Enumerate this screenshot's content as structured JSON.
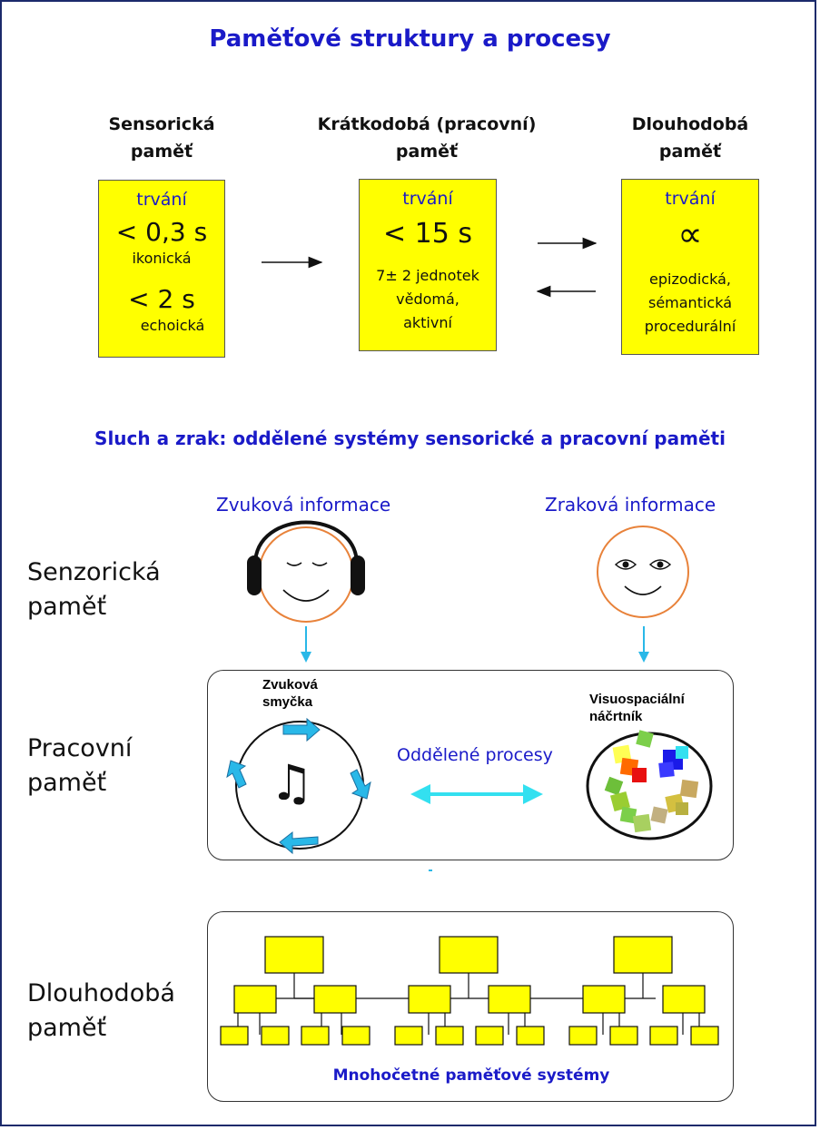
{
  "top": {
    "title": "Paměťové struktury a procesy",
    "sensory": {
      "head_line1": "Sensorická",
      "head_line2": "paměť",
      "duration_label": "trvání",
      "value1": "< 0,3 s",
      "value1_note": "ikonická",
      "value2": "< 2 s",
      "value2_note": "echoická"
    },
    "short_term": {
      "head_line1": "Krátkodobá (pracovní)",
      "head_line2": "paměť",
      "duration_label": "trvání",
      "value": "< 15 s",
      "capacity": "7± 2 jednotek",
      "note1": "vědomá,",
      "note2": "aktivní"
    },
    "long_term": {
      "head_line1": "Dlouhodobá",
      "head_line2": "paměť",
      "duration_label": "trvání",
      "value": "∝",
      "note1": "epizodická,",
      "note2": "sémantická",
      "note3": "procedurální"
    }
  },
  "bottom": {
    "title": "Sluch a zrak: oddělené systémy sensorické a pracovní paměti",
    "audio_info": "Zvuková informace",
    "visual_info": "Zraková informace",
    "row_sensory_1": "Senzorická",
    "row_sensory_2": "paměť",
    "row_working_1": "Pracovní",
    "row_working_2": "paměť",
    "row_long_1": "Dlouhodobá",
    "row_long_2": "paměť",
    "loop_label_1": "Zvuková",
    "loop_label_2": "smyčka",
    "sketch_label_1": "Visuospaciální",
    "sketch_label_2": "náčrtník",
    "separate_processes": "Oddělené procesy",
    "multiple_systems": "Mnohočetné paměťové systémy",
    "music_note": "♫"
  },
  "colors": {
    "title_blue": "#1a1ac8",
    "box_yellow": "#ffff00",
    "arrow_cyan": "#29b8e8",
    "face_orange": "#e8823a"
  }
}
